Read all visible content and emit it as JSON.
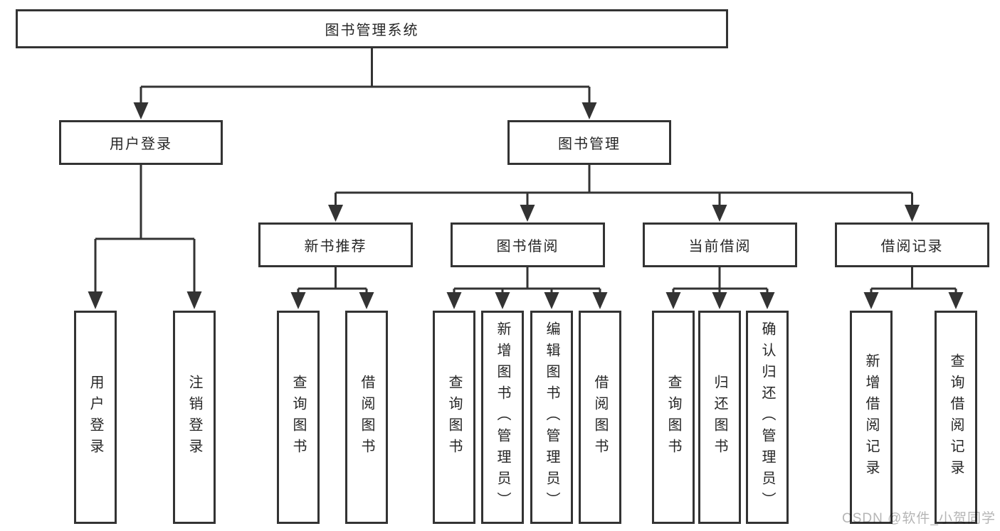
{
  "diagram_title": "图书管理系统",
  "nodes": {
    "root": "图书管理系统",
    "l2": [
      "用户登录",
      "图书管理"
    ],
    "l3": [
      "新书推荐",
      "图书借阅",
      "当前借阅",
      "借阅记录"
    ],
    "leaves_user_login": [
      "用户登录",
      "注销登录"
    ],
    "leaves_new_book": [
      "查询图书",
      "借阅图书"
    ],
    "leaves_book_borrow": [
      "查询图书",
      "新增图书（管理员）",
      "编辑图书（管理员）",
      "借阅图书"
    ],
    "leaves_current_borrow": [
      "查询图书",
      "归还图书",
      "确认归还（管理员）"
    ],
    "leaves_borrow_records": [
      "新增借阅记录",
      "查询借阅记录"
    ]
  },
  "hierarchy": {
    "图书管理系统": [
      "用户登录",
      "图书管理"
    ],
    "用户登录": [
      "用户登录",
      "注销登录"
    ],
    "图书管理": [
      "新书推荐",
      "图书借阅",
      "当前借阅",
      "借阅记录"
    ],
    "新书推荐": [
      "查询图书",
      "借阅图书"
    ],
    "图书借阅": [
      "查询图书",
      "新增图书（管理员）",
      "编辑图书（管理员）",
      "借阅图书"
    ],
    "当前借阅": [
      "查询图书",
      "归还图书",
      "确认归还（管理员）"
    ],
    "借阅记录": [
      "新增借阅记录",
      "查询借阅记录"
    ]
  },
  "watermark": {
    "text": "CSDN @软件_小贺同学"
  },
  "colors": {
    "line": "#333333",
    "text": "#262626",
    "box_fill": "#ffffff",
    "background": "#ffffff",
    "watermark": "#b5b5b5"
  }
}
